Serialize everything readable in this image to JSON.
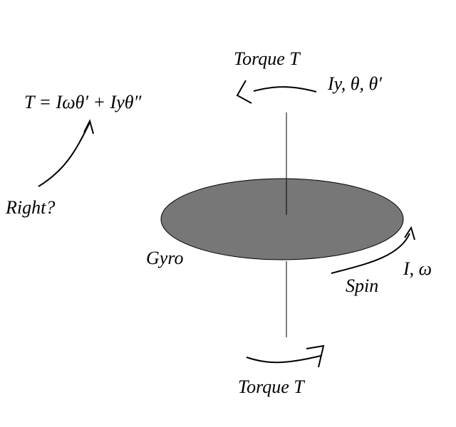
{
  "labels": {
    "torque_top": "Torque T",
    "top_params": "Iy, θ, θ′",
    "equation": "T = Iωθ′ + Iyθ″",
    "right_question": "Right?",
    "gyro": "Gyro",
    "spin_params": "I, ω",
    "spin": "Spin",
    "torque_bottom": "Torque T"
  },
  "colors": {
    "disk": "#777777"
  }
}
